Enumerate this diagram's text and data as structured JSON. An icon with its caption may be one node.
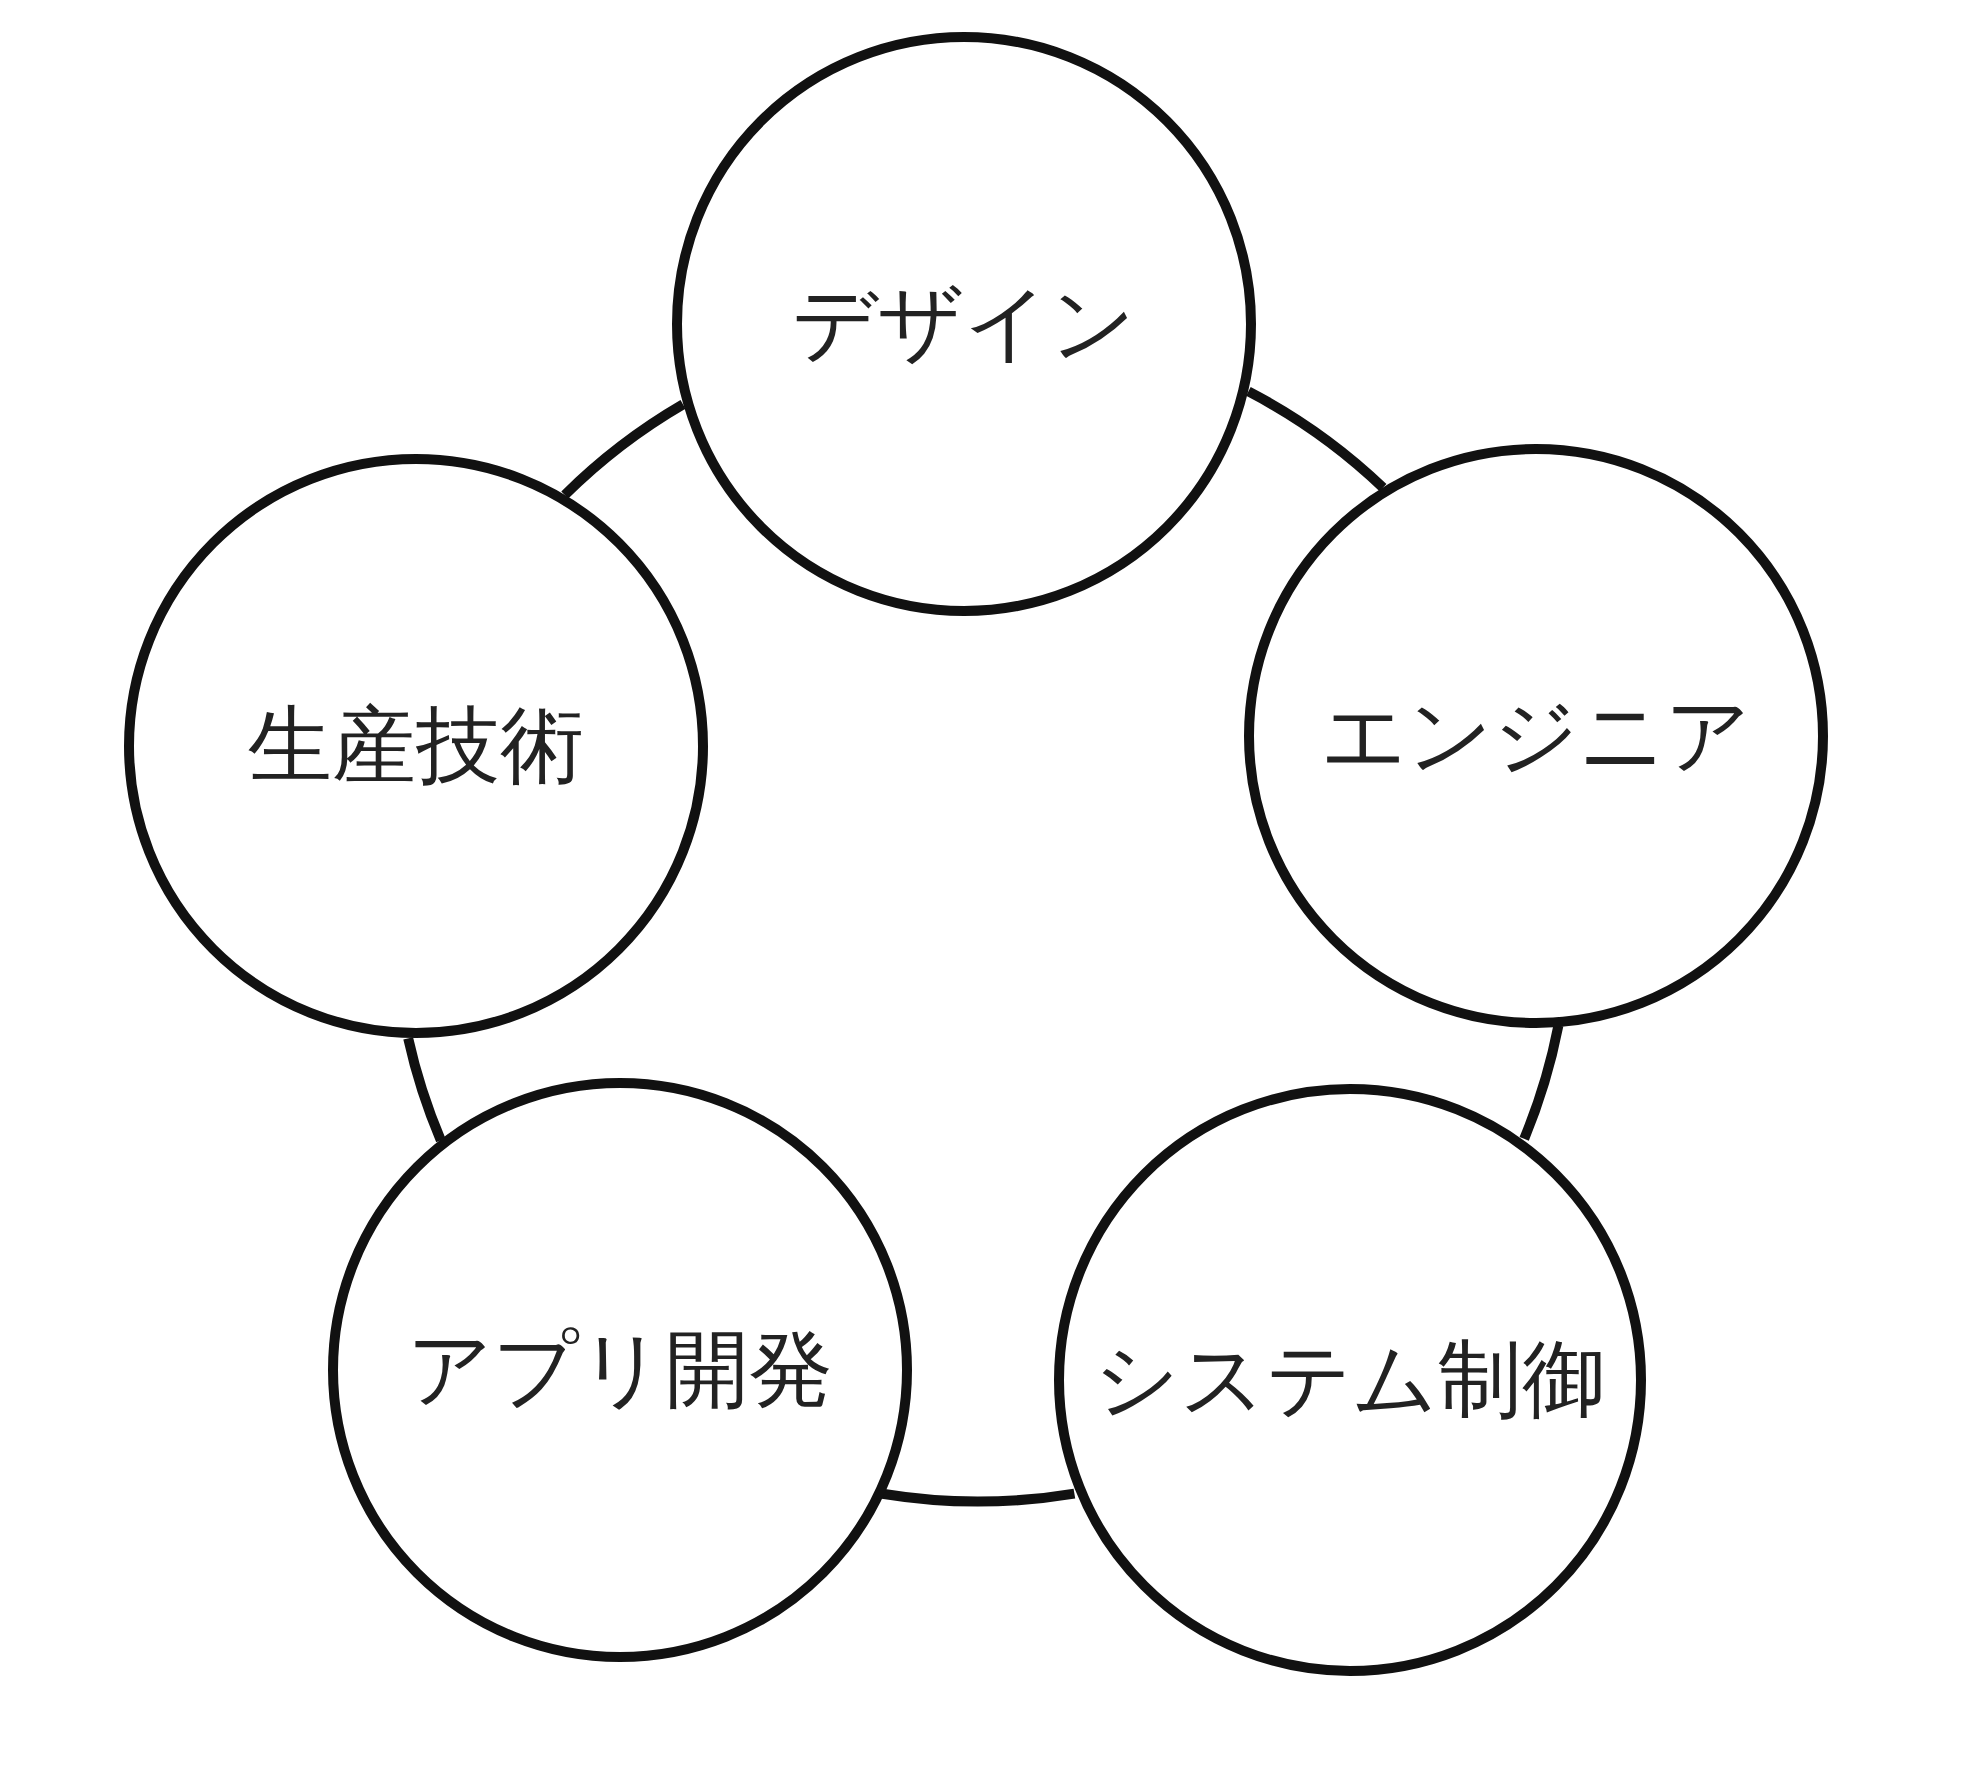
{
  "diagram": {
    "nodes": [
      {
        "text": [
          "デザイン"
        ]
      },
      {
        "text": [
          "エンジニア"
        ]
      },
      {
        "text": [
          "システム制御"
        ]
      },
      {
        "text": [
          "アプリ開発"
        ]
      },
      {
        "text": [
          "生産技術"
        ]
      }
    ],
    "edges": [
      {
        "from": 0,
        "to": 1,
        "arrow": "none"
      },
      {
        "from": 1,
        "to": 2,
        "arrow": "none"
      },
      {
        "from": 2,
        "to": 3,
        "arrow": "none"
      },
      {
        "from": 3,
        "to": 4,
        "arrow": "none"
      },
      {
        "from": 4,
        "to": 0,
        "arrow": "none"
      }
    ]
  }
}
